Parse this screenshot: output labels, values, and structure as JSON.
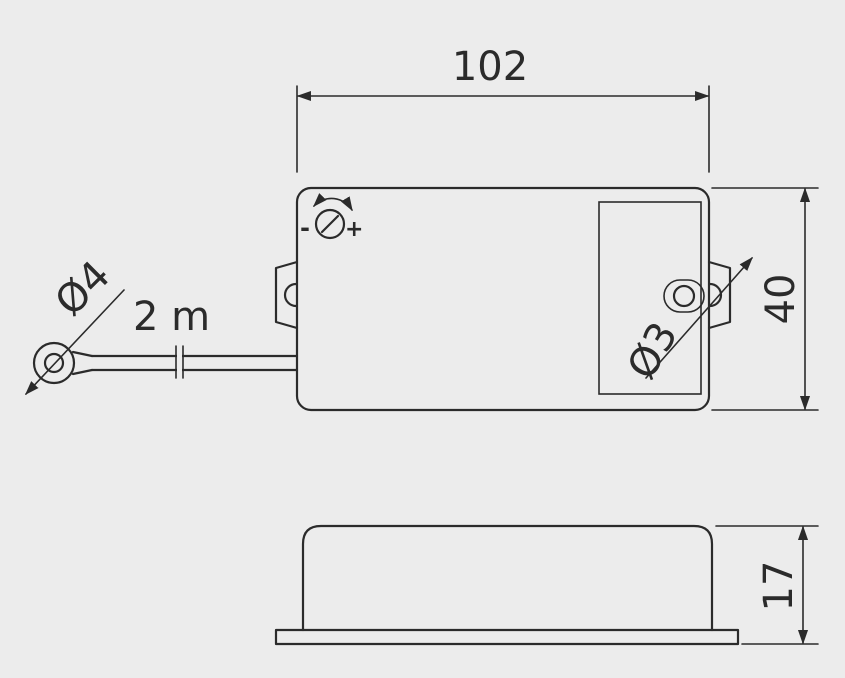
{
  "diagram": {
    "dimensions": {
      "width": "102",
      "height": "40",
      "thickness": "17",
      "cable_length": "2 m",
      "ring_terminal": "Ø4",
      "mounting_hole": "Ø3"
    },
    "trimmer": {
      "minus": "-",
      "plus": "+"
    },
    "colors": {
      "line": "#2b2b2b",
      "background": "#ececec"
    }
  }
}
